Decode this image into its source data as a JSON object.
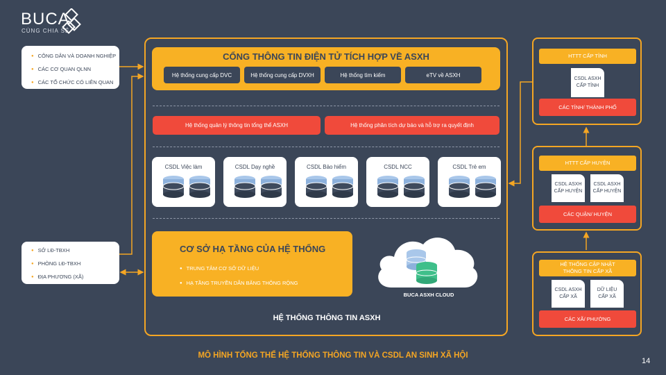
{
  "brand": {
    "name": "BUCA",
    "tagline": "CÙNG CHIA SẺ"
  },
  "left_top": {
    "items": [
      "CÔNG DÂN VÀ DOANH NGHIỆP",
      "CÁC CƠ QUAN QLNN",
      "CÁC TỔ CHỨC CÓ LIÊN QUAN"
    ]
  },
  "left_bottom": {
    "items": [
      "SỞ LĐ-TBXH",
      "PHÒNG LĐ-TBXH",
      "ĐỊA PHƯƠNG (XÃ)"
    ]
  },
  "portal": {
    "title": "CỔNG THÔNG TIN ĐIỆN TỬ TÍCH HỢP VỀ ASXH",
    "buttons": [
      "Hệ thống cung cấp DVC",
      "Hệ thống cung cấp DVXH",
      "Hệ thống tìm kiếm",
      "eTV về ASXH"
    ]
  },
  "mgmt": [
    "Hệ thống quản lý thông tin tổng thể ASXH",
    "Hệ thống phân tích dự báo và hỗ trợ ra quyết định"
  ],
  "databases": [
    "CSDL Việc làm",
    "CSDL Dạy nghề",
    "CSDL Bảo hiểm",
    "CSDL NCC",
    "CSDL Trẻ em"
  ],
  "infra": {
    "title": "CƠ SỞ HẠ TẦNG CỦA HỆ THỐNG",
    "items": [
      "TRUNG TÂM CƠ SỞ DỮ LIỆU",
      "HẠ TẦNG TRUYỀN DẪN BĂNG THÔNG RỘNG"
    ]
  },
  "cloud": {
    "label": "BUCA ASXH CLOUD"
  },
  "system_title": "HỆ THỐNG THÔNG TIN ASXH",
  "province": {
    "tag": "HTTT CẤP TỈNH",
    "docs": [
      "CSDL ASXH\nCẤP TỈNH"
    ],
    "unit": "CÁC TỈNH/ THÀNH PHỐ"
  },
  "district": {
    "tag": "HTTT CẤP HUYỆN",
    "docs": [
      "CSDL ASXH\nCẤP HUYỆN",
      "CSDL ASXH\nCẤP HUYỆN"
    ],
    "unit": "CÁC QUẬN/ HUYỆN"
  },
  "commune": {
    "tag": "HỆ THỐNG CẬP NHẬT\nTHÔNG TIN CẤP XÃ",
    "docs": [
      "CSDL ASXH\nCẤP XÃ",
      "DỮ LIỆU\nCẤP XÃ"
    ],
    "unit": "CÁC XÃ/ PHƯỜNG"
  },
  "footer_title": "MÔ HÌNH TỔNG THỂ HỆ THỐNG THÔNG TIN VÀ CSDL AN SINH XÃ HỘI",
  "page_number": "14",
  "colors": {
    "background": "#3b4658",
    "accent": "#f8b124",
    "red": "#f04a3b",
    "db_blue": "#a9c7ea",
    "db_green": "#3fbf8a"
  }
}
